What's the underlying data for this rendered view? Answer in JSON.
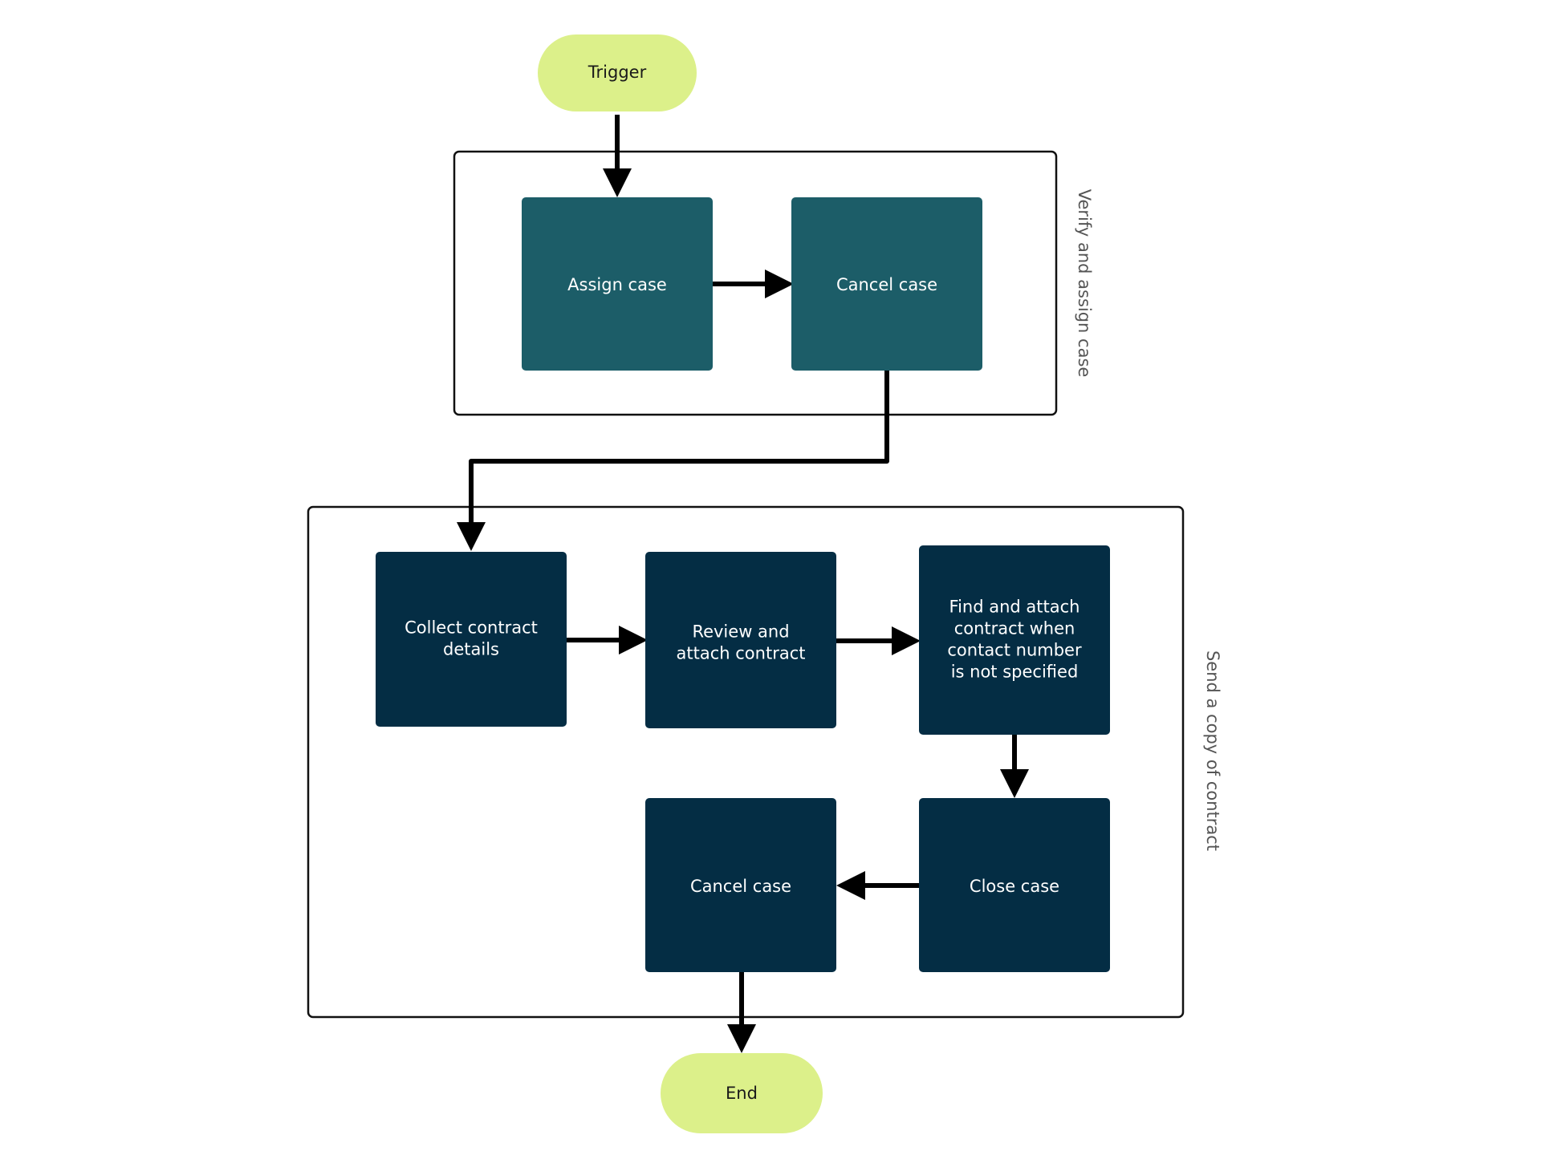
{
  "colors": {
    "terminal": "#dcf08a",
    "step_teal": "#1c5d68",
    "step_navy": "#042d44",
    "group_stroke": "#111111",
    "connector": "#000000"
  },
  "terminals": {
    "start": "Trigger",
    "end": "End"
  },
  "groups": {
    "verify": "Verify and assign case",
    "send_copy": "Send a copy of contract"
  },
  "steps": {
    "assign_case": [
      "Assign case"
    ],
    "cancel_case_1": [
      "Cancel case"
    ],
    "collect_details": [
      "Collect contract",
      "details"
    ],
    "review_attach": [
      "Review and",
      "attach contract"
    ],
    "find_attach": [
      "Find and attach",
      "contract when",
      "contact number",
      "is not specified"
    ],
    "close_case": [
      "Close case"
    ],
    "cancel_case_2": [
      "Cancel case"
    ]
  }
}
